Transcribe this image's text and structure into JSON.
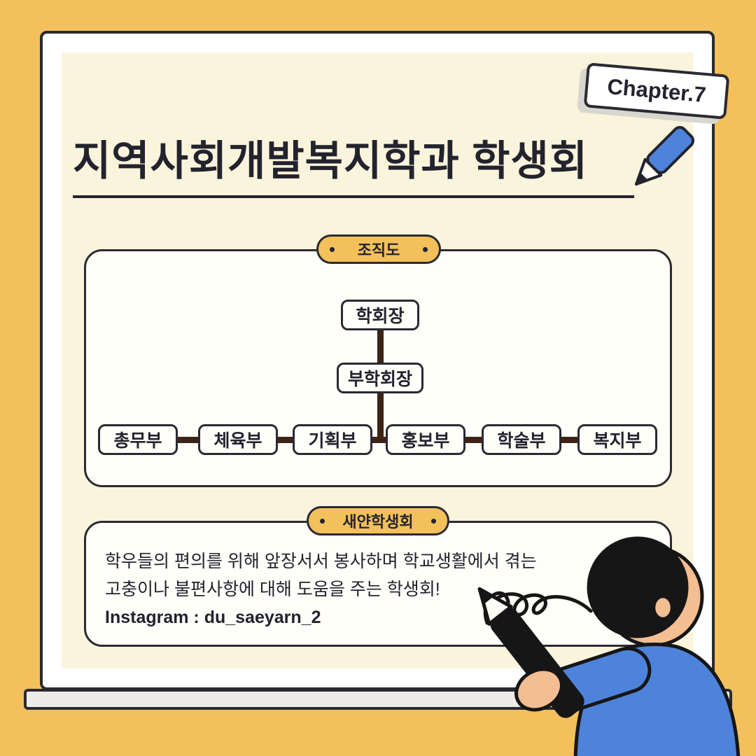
{
  "chapter": {
    "label": "Chapter.7"
  },
  "header": {
    "title": "지역사회개발복지학과 학생회"
  },
  "org": {
    "badge": "조직도",
    "president": "학회장",
    "vice_president": "부학회장",
    "departments": [
      "총무부",
      "체육부",
      "기획부",
      "홍보부",
      "학술부",
      "복지부"
    ]
  },
  "info": {
    "badge": "새얀학생회",
    "lines": [
      "학우들의 편의를 위해 앞장서서 봉사하며 학교생활에서 겪는",
      "고충이나 불편사항에 대해 도움을 주는 학생회!",
      "Instagram : du_saeyarn_2"
    ]
  },
  "icons": {
    "title_pencil": "blue-pencil",
    "doodle": "scribble-loops",
    "person": "person-holding-pencil"
  },
  "colors": {
    "background": "#F4C05C",
    "board_surface": "#FBF4DC",
    "outline": "#2A2A32",
    "connector_brown": "#3D2417",
    "badge_yellow": "#F4C05C",
    "accent_blue": "#4E83DB",
    "skin": "#F3BE92",
    "ink": "#23232E"
  }
}
